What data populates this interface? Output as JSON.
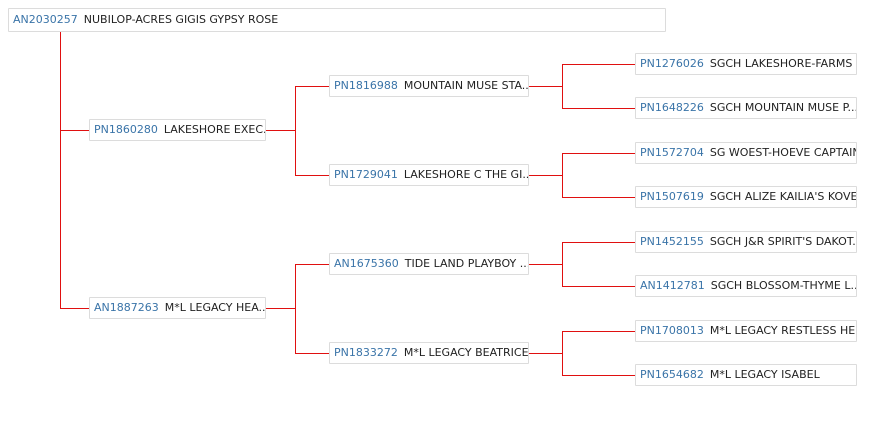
{
  "pedigree": {
    "subject": {
      "reg": "AN2030257",
      "name": "NUBILOP-ACRES GIGIS GYPSY ROSE"
    },
    "sire": {
      "reg": "PN1860280",
      "name": "LAKESHORE EXEC..."
    },
    "dam": {
      "reg": "AN1887263",
      "name": "M*L LEGACY HEA..."
    },
    "sire_sire": {
      "reg": "PN1816988",
      "name": "MOUNTAIN MUSE STA..."
    },
    "sire_dam": {
      "reg": "PN1729041",
      "name": "LAKESHORE C THE GI..."
    },
    "dam_sire": {
      "reg": "AN1675360",
      "name": "TIDE LAND PLAYBOY ..."
    },
    "dam_dam": {
      "reg": "PN1833272",
      "name": "M*L LEGACY BEATRICE"
    },
    "gen3": [
      {
        "reg": "PN1276026",
        "name": "SGCH LAKESHORE-FARMS ..."
      },
      {
        "reg": "PN1648226",
        "name": "SGCH MOUNTAIN MUSE P..."
      },
      {
        "reg": "PN1572704",
        "name": "SG WOEST-HOEVE CAPTAIN"
      },
      {
        "reg": "PN1507619",
        "name": "SGCH ALIZE KAILIA'S KOVE..."
      },
      {
        "reg": "PN1452155",
        "name": "SGCH J&R SPIRIT'S DAKOT..."
      },
      {
        "reg": "AN1412781",
        "name": "SGCH BLOSSOM-THYME L..."
      },
      {
        "reg": "PN1708013",
        "name": "M*L LEGACY RESTLESS HE..."
      },
      {
        "reg": "PN1654682",
        "name": "M*L LEGACY ISABEL"
      }
    ]
  },
  "colors": {
    "connector": "#e01010",
    "reg_link": "#3a74a8",
    "border": "#dcdcdc"
  }
}
